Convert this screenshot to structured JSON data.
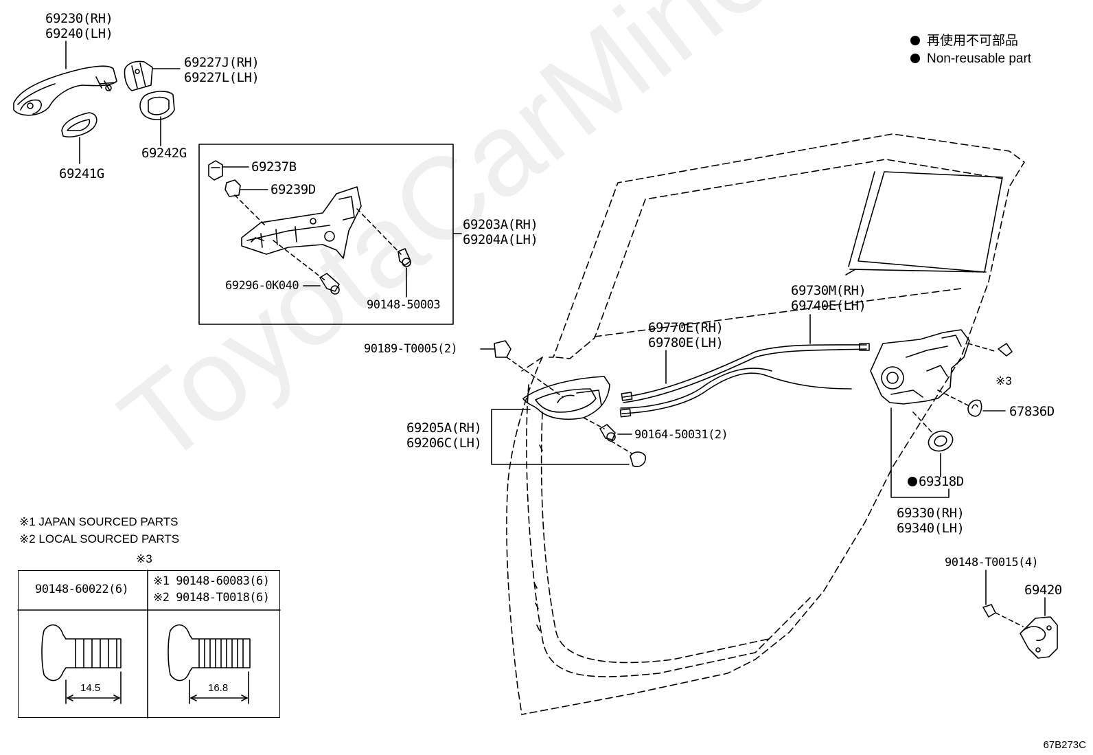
{
  "legend": {
    "line1": "再使用不可部品",
    "line2": "Non-reusable part"
  },
  "notes": {
    "japan": "※1 JAPAN SOURCED PARTS",
    "local": "※2 LOCAL SOURCED PARTS",
    "table_mark": "※3"
  },
  "parts": {
    "p69230": "69230(RH)",
    "p69240": "69240(LH)",
    "p69227J": "69227J(RH)",
    "p69227L": "69227L(LH)",
    "p69242G": "69242G",
    "p69241G": "69241G",
    "p69237B": "69237B",
    "p69239D": "69239D",
    "p69203A": "69203A(RH)",
    "p69204A": "69204A(LH)",
    "p69296": "69296-0K040",
    "p90148_50003": "90148-50003",
    "p90189": "90189-T0005(2)",
    "p69770E": "69770E(RH)",
    "p69780E": "69780E(LH)",
    "p69730M": "69730M(RH)",
    "p69740E": "69740E(LH)",
    "p69205A": "69205A(RH)",
    "p69206C": "69206C(LH)",
    "p90164": "90164-50031(2)",
    "mark3": "※3",
    "p67836D": "67836D",
    "p69318D": "69318D",
    "p69330": "69330(RH)",
    "p69340": "69340(LH)",
    "p90148_T0015": "90148-T0015(4)",
    "p69420": "69420"
  },
  "table": {
    "col1_header": "90148-60022(6)",
    "col2_header_1": "※1 90148-60083(6)",
    "col2_header_2": "※2 90148-T0018(6)",
    "dim1": "14.5",
    "dim2": "16.8"
  },
  "watermark": "ToyotaCarMine.ru",
  "diagram_code": "67B273C"
}
